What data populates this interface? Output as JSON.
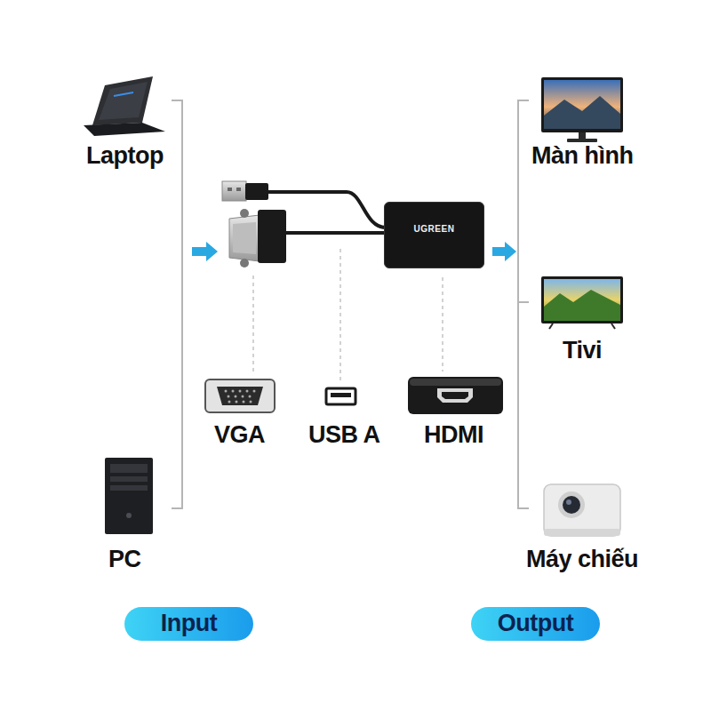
{
  "diagram": {
    "nodes": [
      {
        "text": [
          "UGREEN"
        ]
      },
      {
        "text": [
          "Input"
        ]
      },
      {
        "text": [
          "Output"
        ]
      }
    ],
    "labels": [
      "Laptop",
      "PC",
      "VGA",
      "USB A",
      "HDMI",
      "Màn hình",
      "Tivi",
      "Máy chiếu"
    ]
  }
}
